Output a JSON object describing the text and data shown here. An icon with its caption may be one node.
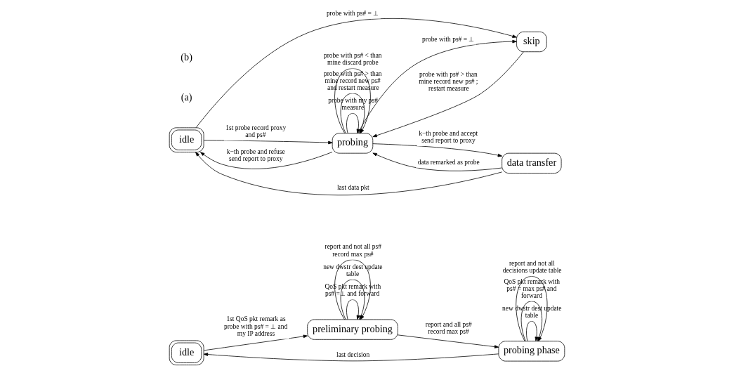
{
  "diagram": {
    "nodes": [
      {
        "text": [
          "idle"
        ]
      },
      {
        "text": [
          "preliminary probing"
        ]
      },
      {
        "text": [
          "probing phase"
        ]
      },
      {
        "text": [
          "idle"
        ]
      },
      {
        "text": [
          "probing"
        ]
      },
      {
        "text": [
          "skip"
        ]
      },
      {
        "text": [
          "data transfer"
        ]
      }
    ],
    "edges": [
      {
        "from": 0,
        "to": 1,
        "arrow": "to",
        "label": "1st QoS pkt remark as probe with ps# = ⊥ and my IP address"
      },
      {
        "from": 1,
        "to": 1,
        "arrow": "to",
        "label": "QoS pkt remark with ps# =⊥ and forward"
      },
      {
        "from": 1,
        "to": 1,
        "arrow": "to",
        "label": "new dwstr dest update table"
      },
      {
        "from": 1,
        "to": 1,
        "arrow": "to",
        "label": "report and not all ps# record max ps#"
      },
      {
        "from": 1,
        "to": 2,
        "arrow": "to",
        "label": "report and all ps# record max ps#"
      },
      {
        "from": 2,
        "to": 2,
        "arrow": "to",
        "label": "new dwstr dest update table"
      },
      {
        "from": 2,
        "to": 2,
        "arrow": "to",
        "label": "QoS pkt remark with ps# = max ps# and forward"
      },
      {
        "from": 2,
        "to": 2,
        "arrow": "to",
        "label": "report and not all decisions update table"
      },
      {
        "from": 2,
        "to": 0,
        "arrow": "to",
        "label": "last decision"
      },
      {
        "from": 3,
        "to": 4,
        "arrow": "to",
        "label": "1st probe record proxy and ps#"
      },
      {
        "from": 4,
        "to": 4,
        "arrow": "to",
        "label": "probe with my ps# measure"
      },
      {
        "from": 4,
        "to": 4,
        "arrow": "to",
        "label": "probe with ps# > than mine record new ps# and restart measure"
      },
      {
        "from": 4,
        "to": 3,
        "arrow": "to",
        "label": "k−th probe and refuse send report to proxy"
      },
      {
        "from": 4,
        "to": 4,
        "arrow": "to",
        "label": "probe with ps# < than mine discard probe"
      },
      {
        "from": 3,
        "to": 5,
        "arrow": "to",
        "label": "probe with ps# = ⊥"
      },
      {
        "from": 4,
        "to": 5,
        "arrow": "to",
        "label": "probe with ps# = ⊥"
      },
      {
        "from": 5,
        "to": 4,
        "arrow": "to",
        "label": "probe with ps# > than mine record new ps# ; restart measure"
      },
      {
        "from": 4,
        "to": 6,
        "arrow": "to",
        "label": "k−th probe and accept send report to proxy"
      },
      {
        "from": 6,
        "to": 4,
        "arrow": "to",
        "label": "data remarked as probe"
      },
      {
        "from": 6,
        "to": 3,
        "arrow": "to",
        "label": "last data pkt"
      }
    ],
    "labels": [
      "(a)",
      "(b)"
    ]
  }
}
